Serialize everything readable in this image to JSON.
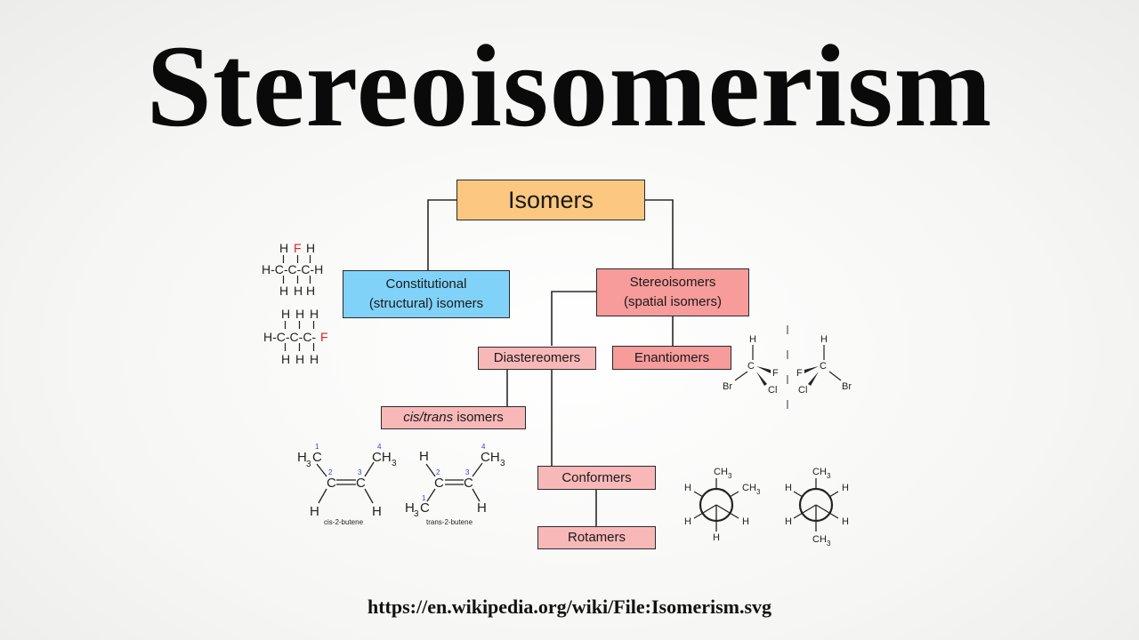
{
  "title": "Stereoisomerism",
  "source_url": "https://en.wikipedia.org/wiki/File:Isomerism.svg",
  "diagram": {
    "nodes": {
      "isomers": "Isomers",
      "constitutional_line1": "Constitutional",
      "constitutional_line2": "(structural) isomers",
      "stereo_line1": "Stereoisomers",
      "stereo_line2": "(spatial isomers)",
      "diastereomers": "Diastereomers",
      "enantiomers": "Enantiomers",
      "cistrans_italic": "cis/trans",
      "cistrans_rest": " isomers",
      "conformers": "Conformers",
      "rotamers": "Rotamers"
    },
    "captions": {
      "cis": "cis-2-butene",
      "trans": "trans-2-butene"
    }
  }
}
